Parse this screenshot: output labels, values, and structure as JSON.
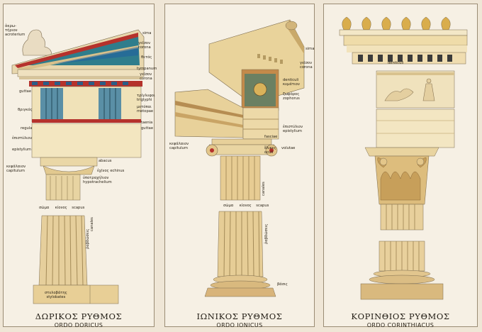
{
  "doric": {
    "title": "ΔΩΡΙΚΟΣ ΡΥΘΜΟΣ",
    "subtitle": "ORDO DORICUS",
    "labels": {
      "akroterion": "ἀκρω-\nτήριον\nacroterium",
      "sima": "sima",
      "geison": "γεῖσον\ncorona",
      "thetos": "θετός",
      "tympanum": "tympanum",
      "geison2": "γεῖσον\ncorona",
      "guttae1": "guttae",
      "triglyphoi": "τρίγλυφοι\ntriglyphi",
      "metopai": "μετόπαι\nmetopae",
      "thrigkos": "θριγκός",
      "taenia": "taenia",
      "guttae2": "guttae",
      "regula": "regula",
      "epistylion": "ἐπιστύλιον",
      "epistylium": "epistylium",
      "abacus": "abacus",
      "kephalaion": "κεφάλαιον\ncapitulum",
      "echinus": "ἐχῖνος  echinus",
      "hypotrachelion": "ὑποτραχήλιον\nhypotrachelium",
      "shaft": "σῶμα     κίονος    scapus",
      "rabdoseis": "ῥαβδώσεις",
      "canales": "canales",
      "stylobates": "στυλοβάτης\nstylobates"
    }
  },
  "ionic": {
    "title": "ΙΩΝΙΚΟΣ ΡΥΘΜΟΣ",
    "subtitle": "ORDO IONICUS",
    "labels": {
      "sima": "sima",
      "geison": "γεῖσον\ncorona",
      "denticuli": "denticuli\nκυμάτιον",
      "zophoros": "ζωφόρος\nzophorus",
      "epistylion": "ἐπιστύλιον\nepistylium",
      "fasciae": "fasciae",
      "kephalaion": "κεφάλαιον\ncapitulum",
      "helikes": "ἕλικες\noculi",
      "volutae": "volutae",
      "canales": "canales",
      "shaft": "σῶμα     κίονος    scapus",
      "rabdoseis": "ῥαβδώσεις",
      "basis": "βάσις"
    }
  },
  "corinthian": {
    "title": "ΚΟΡΙΝΘΙΟΣ ΡΥΘΜΟΣ",
    "subtitle": "ORDO CORINTHIACUS",
    "labels": {
      "denticuli": "denticuli"
    }
  }
}
